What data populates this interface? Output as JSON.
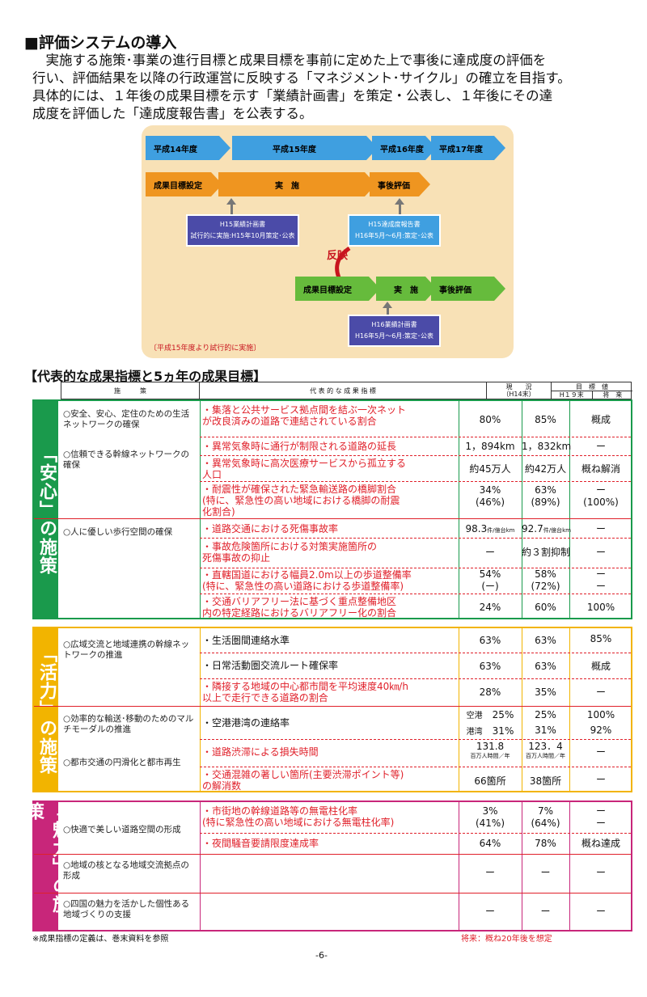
{
  "title": "■評価システムの導入",
  "para": [
    "　実施する施策･事業の進行目標と成果目標を事前に定めた上で事後に達成度の評価を",
    "行い、評価結果を以降の行政運営に反映する「マネジメント･サイクル」の確立を目指す。",
    "具体的には、１年後の成果目標を示す「業績計画書」を策定・公表し、１年後にその達",
    "成度を評価した「達成度報告書」を公表する。"
  ],
  "diagram": {
    "years": [
      "平成14年度",
      "平成15年度",
      "平成16年度",
      "平成17年度"
    ],
    "flow1": [
      "成果目標設定",
      "実　施",
      "事後評価"
    ],
    "box_h15_plan": [
      "H15業績計画書",
      "試行的に実施:H15年10月策定･公表"
    ],
    "box_h15_report": [
      "H15達成度報告書",
      "H16年5月～6月:策定･公表"
    ],
    "hanei": "反映",
    "flow2": [
      "成果目標設定",
      "実　施",
      "事後評価"
    ],
    "box_h16_plan": [
      "H16業績計画書",
      "H16年5月～6月:策定･公表"
    ],
    "note": "〔平成15年度より試行的に実施〕"
  },
  "table_title": "【代表的な成果指標と5ヵ年の成果目標】",
  "header": {
    "policy": "施　　　策",
    "indicator": "代 表 的 な 成 果 指 標",
    "current": "現　　況",
    "current_sub": "（H14末）",
    "target": "目　標　値",
    "h19": "H１９末",
    "future": "将　来"
  },
  "sections": [
    {
      "label": "「安心」の施策",
      "policies": [
        "○安全、安心、定住のための生活ネットワークの確保",
        "○信頼できる幹線ネットワークの確保",
        "○人に優しい歩行空間の確保"
      ],
      "rows": [
        {
          "ind": [
            "・集落と公共サービス拠点間を結ぶ一次ネット",
            "が改良済みの道路で連結されている割合"
          ],
          "cur": "80%",
          "h19": "85%",
          "fut": "概成"
        },
        {
          "ind": [
            "・異常気象時に通行が制限される道路の延長"
          ],
          "cur": "1，894km",
          "h19": "1，832km",
          "fut": "ー"
        },
        {
          "ind": [
            "・異常気象時に高次医療サービスから孤立する",
            "人口"
          ],
          "cur": "約45万人",
          "h19": "約42万人",
          "fut": "概ね解消"
        },
        {
          "ind": [
            "・耐震性が確保された緊急輸送路の橋脚割合",
            "(特に、緊急性の高い地域における橋脚の耐震",
            "化割合)"
          ],
          "cur": "34%",
          "cur2": "(46%)",
          "h19": "63%",
          "h192": "(89%)",
          "fut": "ー",
          "fut2": "(100%)"
        },
        {
          "ind": [
            "・道路交通における死傷事故率"
          ],
          "cur": "98.3",
          "cur_u": "件/億台km",
          "h19": "92.7",
          "h19_u": "件/億台km",
          "fut": "ー"
        },
        {
          "ind": [
            "・事故危険箇所における対策実施箇所の",
            "死傷事故の抑止"
          ],
          "cur": "ー",
          "h19": "約３割抑制",
          "fut": "ー"
        },
        {
          "ind": [
            "・直轄国道における幅員2.0m以上の歩道整備率",
            "(特に、緊急性の高い道路における歩道整備率)"
          ],
          "cur": "54%",
          "cur2": "(ー)",
          "h19": "58%",
          "h192": "(72%)",
          "fut": "ー",
          "fut2": "ー"
        },
        {
          "ind": [
            "・交通バリアフリー法に基づく重点整備地区",
            "内の特定経路におけるバリアフリー化の割合"
          ],
          "cur": "24%",
          "h19": "60%",
          "fut": "100%"
        }
      ]
    },
    {
      "label": "「活力」の施策",
      "policies": [
        "○広域交流と地域連携の幹線ネットワークの推進",
        "○効率的な輸送･移動のためのマルチモーダルの推進",
        "○都市交通の円滑化と都市再生"
      ],
      "rows": [
        {
          "ind": [
            "・生活圏間連絡水準"
          ],
          "cur": "63%",
          "h19": "63%",
          "fut": "85%"
        },
        {
          "ind": [
            "・日常活動圏交流ルート確保率"
          ],
          "cur": "63%",
          "h19": "63%",
          "fut": "概成"
        },
        {
          "ind": [
            "・隣接する地域の中心都市間を平均速度40㎞/h",
            "以上で走行できる道路の割合"
          ],
          "cur": "28%",
          "h19": "35%",
          "fut": "ー"
        },
        {
          "ind": [
            "・空港港湾の連絡率"
          ],
          "cur_l1": "空港",
          "cur": "25%",
          "cur_l2": "港湾",
          "cur2": "31%",
          "h19": "25%",
          "h192": "31%",
          "fut": "100%",
          "fut2": "92%"
        },
        {
          "ind": [
            "・道路渋滞による損失時間"
          ],
          "cur": "131.8",
          "cur_u": "百万人時間／年",
          "h19": "123．4",
          "h19_u": "百万人時間／年",
          "fut": "ー"
        },
        {
          "ind": [
            "・交通混雑の著しい箇所(主要渋滞ポイント等)",
            "の解消数"
          ],
          "cur": "66箇所",
          "h19": "38箇所",
          "fut": "ー"
        }
      ]
    },
    {
      "label": "「魅力」の施策",
      "policies": [
        "○快適で美しい道路空間の形成",
        "○地域の核となる地域交流拠点の形成",
        "○四国の魅力を活かした個性ある地域づくりの支援"
      ],
      "rows": [
        {
          "ind": [
            "・市街地の幹線道路等の無電柱化率",
            "(特に緊急性の高い地域における無電柱化率)"
          ],
          "cur": "3%",
          "cur2": "(41%)",
          "h19": "7%",
          "h192": "(64%)",
          "fut": "ー",
          "fut2": "ー"
        },
        {
          "ind": [
            "・夜間騒音要請限度達成率"
          ],
          "cur": "64%",
          "h19": "78%",
          "fut": "概ね達成"
        },
        {
          "ind": [
            ""
          ],
          "cur": "ー",
          "h19": "ー",
          "fut": "ー"
        },
        {
          "ind": [
            ""
          ],
          "cur": "ー",
          "h19": "ー",
          "fut": "ー"
        }
      ]
    }
  ],
  "footnote": "※成果指標の定義は、巻末資料を参照",
  "future_note": "将来：概ね20年後を想定",
  "page": "-6-",
  "colors": {
    "green": "#1a9a4c",
    "yellow": "#f2b400",
    "magenta": "#c8267a",
    "red": "#e0202a"
  }
}
